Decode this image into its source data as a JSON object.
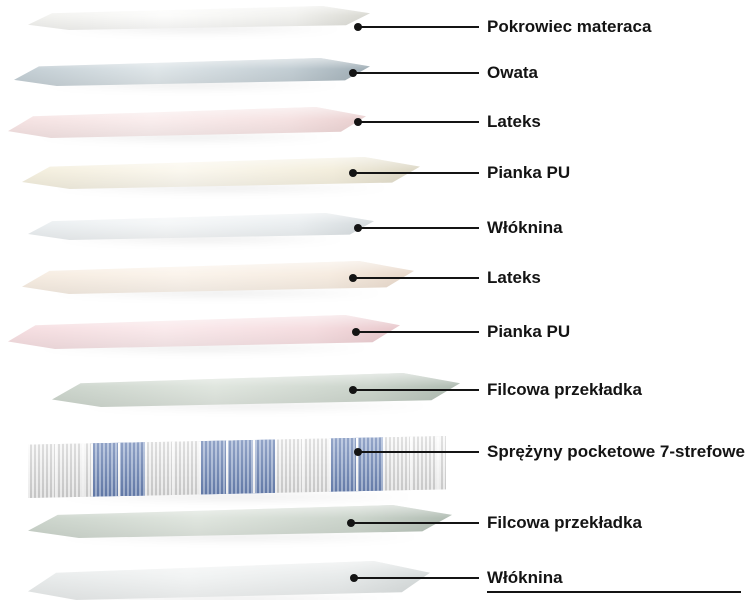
{
  "callout": {
    "color": "#141414"
  },
  "diagram": {
    "layers": [
      {
        "label": "Pokrowiec materaca",
        "type": "sheet",
        "colors": {
          "top": "#fcfcfb",
          "mid": "#f1f1ee",
          "edge": "#d8d8d1"
        }
      },
      {
        "label": "Owata",
        "type": "sheet",
        "colors": {
          "top": "#dfe6e9",
          "mid": "#c2cdd3",
          "edge": "#9fadb5"
        }
      },
      {
        "label": "Lateks",
        "type": "sheet",
        "colors": {
          "top": "#faeeee",
          "mid": "#f5e2e2",
          "edge": "#ead0d0"
        }
      },
      {
        "label": "Pianka PU",
        "type": "sheet",
        "colors": {
          "top": "#fbf8ef",
          "mid": "#f3eedd",
          "edge": "#dcd7c5"
        }
      },
      {
        "label": "Włóknina",
        "type": "sheet",
        "colors": {
          "top": "#f5f7f8",
          "mid": "#eaeef0",
          "edge": "#d4dadd"
        }
      },
      {
        "label": "Lateks",
        "type": "sheet",
        "colors": {
          "top": "#fbf4ec",
          "mid": "#f6ece1",
          "edge": "#e8d8ca"
        }
      },
      {
        "label": "Pianka PU",
        "type": "sheet",
        "colors": {
          "top": "#faeaec",
          "mid": "#f5dde0",
          "edge": "#e8c8cc"
        }
      },
      {
        "label": "Filcowa przekładka",
        "type": "sheet",
        "colors": {
          "top": "#e0e6df",
          "mid": "#cbd4cb",
          "edge": "#b0bcb2"
        }
      },
      {
        "label": "Sprężyny pocketowe 7-strefowe",
        "type": "springs",
        "colors": {
          "white_zone": "#ebebeb",
          "white_rib_light": "#fafafa",
          "white_rib_dark": "#d5d5d5",
          "blue_zone": "#7d95c3",
          "blue_rib_light": "#a7b8d8",
          "blue_rib_dark": "#6780b2",
          "pocket_gap": "#ffffff"
        },
        "zones": [
          {
            "tone": "white",
            "width": 15
          },
          {
            "tone": "blue",
            "width": 13
          },
          {
            "tone": "white",
            "width": 13
          },
          {
            "tone": "blue",
            "width": 18
          },
          {
            "tone": "white",
            "width": 13
          },
          {
            "tone": "blue",
            "width": 13
          },
          {
            "tone": "white",
            "width": 15
          }
        ]
      },
      {
        "label": "Filcowa przekładka",
        "type": "sheet",
        "colors": {
          "top": "#e0e6df",
          "mid": "#cbd4cb",
          "edge": "#b0bcb2"
        }
      },
      {
        "label": "Włóknina",
        "type": "sheet",
        "colors": {
          "top": "#f2f4f4",
          "mid": "#e7eaea",
          "edge": "#d4d9d9"
        }
      }
    ]
  }
}
